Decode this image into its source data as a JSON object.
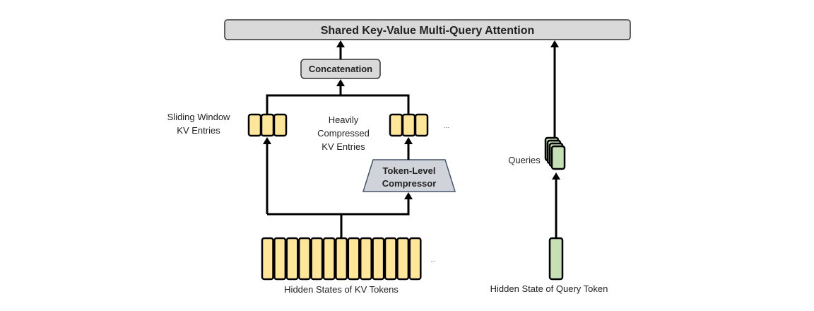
{
  "title": "Shared Key-Value Multi-Query Attention",
  "concat_label": "Concatenation",
  "compressor": {
    "line1": "Token-Level",
    "line2": "Compressor"
  },
  "sliding_window": {
    "line1": "Sliding Window",
    "line2": "KV Entries",
    "entry_count": 3
  },
  "compressed": {
    "line1": "Heavily",
    "line2": "Compressed",
    "line3": "KV Entries",
    "entry_count": 3
  },
  "kv_tokens": {
    "label": "Hidden States of KV Tokens",
    "count": 13
  },
  "queries": {
    "label": "Queries",
    "stack_count": 4
  },
  "query_token": {
    "label": "Hidden State of Query Token"
  },
  "ellipsis": "...",
  "colors": {
    "kv_fill": "#FFE699",
    "query_fill": "#C5E0B4",
    "box_fill": "#D9D9D9",
    "compressor_fill": "#D0D3DA",
    "compressor_stroke": "#44546A",
    "stroke": "#000000"
  }
}
